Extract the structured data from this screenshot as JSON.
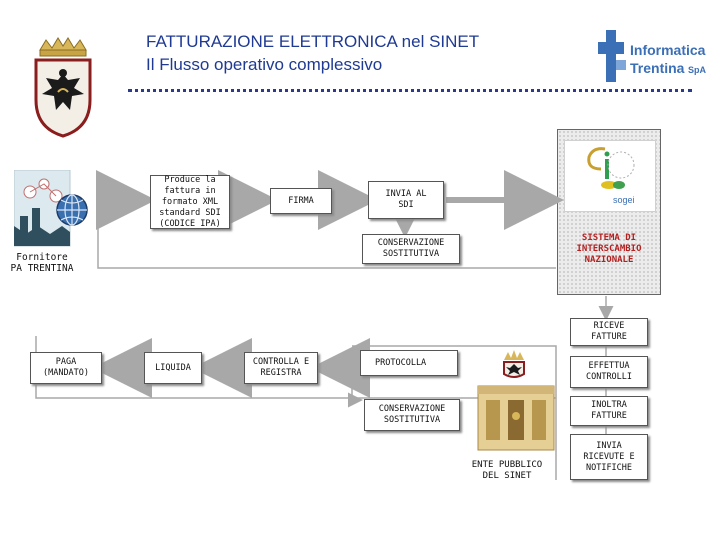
{
  "header": {
    "title_line1": "FATTURAZIONE ELETTRONICA nel SINET",
    "title_line2": "Il Flusso operativo complessivo",
    "logo_company_line1": "Informatica",
    "logo_company_line2": "Trentina",
    "logo_company_suffix": "SpA"
  },
  "fornitore": {
    "label_line1": "Fornitore",
    "label_line2": "PA TRENTINA"
  },
  "top_flow": {
    "produce_lines": [
      "Produce la",
      "fattura in",
      "formato XML",
      "standard SDI",
      "(CODICE IPA)"
    ],
    "firma": "FIRMA",
    "invia_line1": "INVIA AL",
    "invia_line2": "SDI",
    "conservazione_line1": "CONSERVAZIONE",
    "conservazione_line2": "SOSTITUTIVA"
  },
  "sdi": {
    "logo_text": "sogei",
    "label_line1": "SISTEMA DI",
    "label_line2": "INTERSCAMBIO",
    "label_line3": "NAZIONALE"
  },
  "ente": {
    "steps": [
      {
        "line1": "RICEVE",
        "line2": "FATTURE"
      },
      {
        "line1": "EFFETTUA",
        "line2": "CONTROLLI"
      },
      {
        "line1": "INOLTRA",
        "line2": "FATTURE"
      },
      {
        "line1": "INVIA",
        "line2": "RICEVUTE E",
        "line3": "NOTIFICHE"
      }
    ],
    "label_line1": "ENTE PUBBLICO",
    "label_line2": "DEL SINET"
  },
  "bottom_flow": {
    "protocolla": "PROTOCOLLA",
    "conservazione_line1": "CONSERVAZIONE",
    "conservazione_line2": "SOSTITUTIVA",
    "controlla_line1": "CONTROLLA E",
    "controlla_line2": "REGISTRA",
    "liquida": "LIQUIDA",
    "paga_line1": "PAGA",
    "paga_line2": "(MANDATO)"
  },
  "colors": {
    "title": "#1f3a93",
    "sdi_label": "#b42020",
    "arrow": "#a8a8a8",
    "logo_blue": "#3b6fb6"
  }
}
